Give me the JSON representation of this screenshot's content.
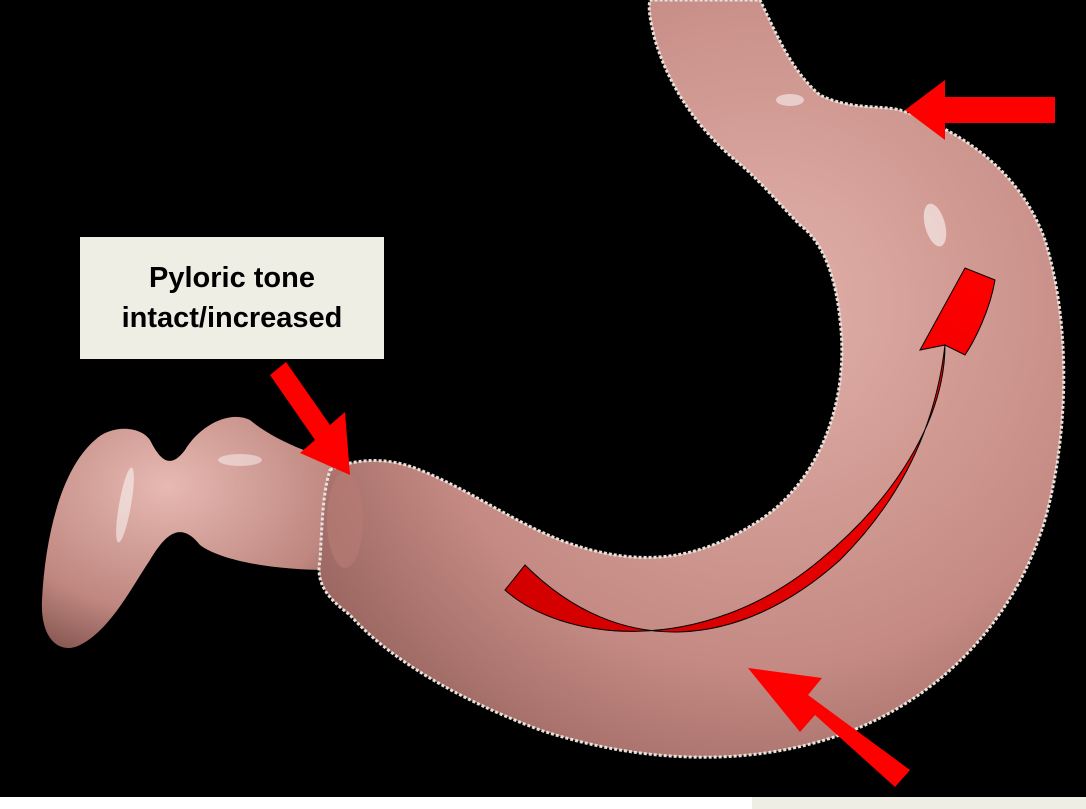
{
  "labels": {
    "pyloric_tone": "Pyloric tone\nintact/increased",
    "pyloric_tone_line1": "Pyloric tone",
    "pyloric_tone_line2": "intact/increased"
  },
  "colors": {
    "background": "#000000",
    "stomach": "#c98f88",
    "arrow": "#ff0000",
    "label_box": "#efeee4"
  }
}
